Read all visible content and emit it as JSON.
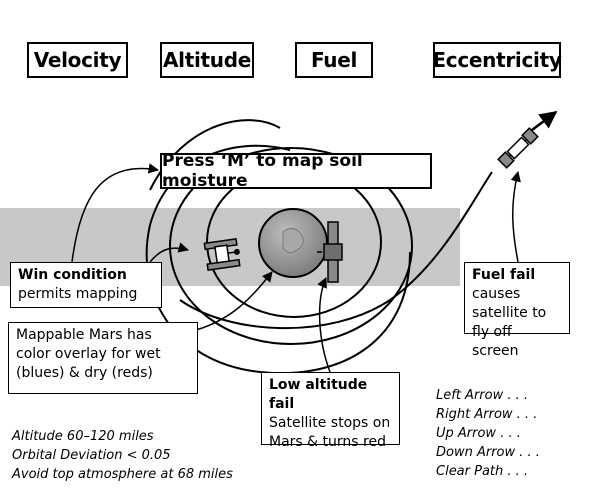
{
  "headers": {
    "velocity": "Velocity",
    "altitude": "Altitude",
    "fuel": "Fuel",
    "eccentricity": "Eccentricity"
  },
  "press_m": "Press ‘M’ to map soil moisture",
  "callouts": {
    "win": {
      "title": "Win condition",
      "text": "permits mapping"
    },
    "mappable": {
      "text": "Mappable Mars has color overlay for wet (blues) & dry (reds)"
    },
    "low_alt": {
      "title": "Low altitude fail",
      "text": "Satellite stops on Mars & turns red"
    },
    "fuel_fail": {
      "title": "Fuel fail",
      "text": "causes satellite to fly off screen"
    }
  },
  "rules": [
    "Altitude 60–120 miles",
    "Orbital Deviation < 0.05",
    "Avoid top atmosphere at 68 miles"
  ],
  "controls": [
    "Left Arrow . . .",
    "Right Arrow . . .",
    "Up Arrow . . .",
    "Down Arrow . . .",
    "Clear Path . . ."
  ],
  "colors": {
    "band": "#c8c8c8",
    "planet": "#8c8c8c",
    "satellite": "#8a8a8a"
  }
}
